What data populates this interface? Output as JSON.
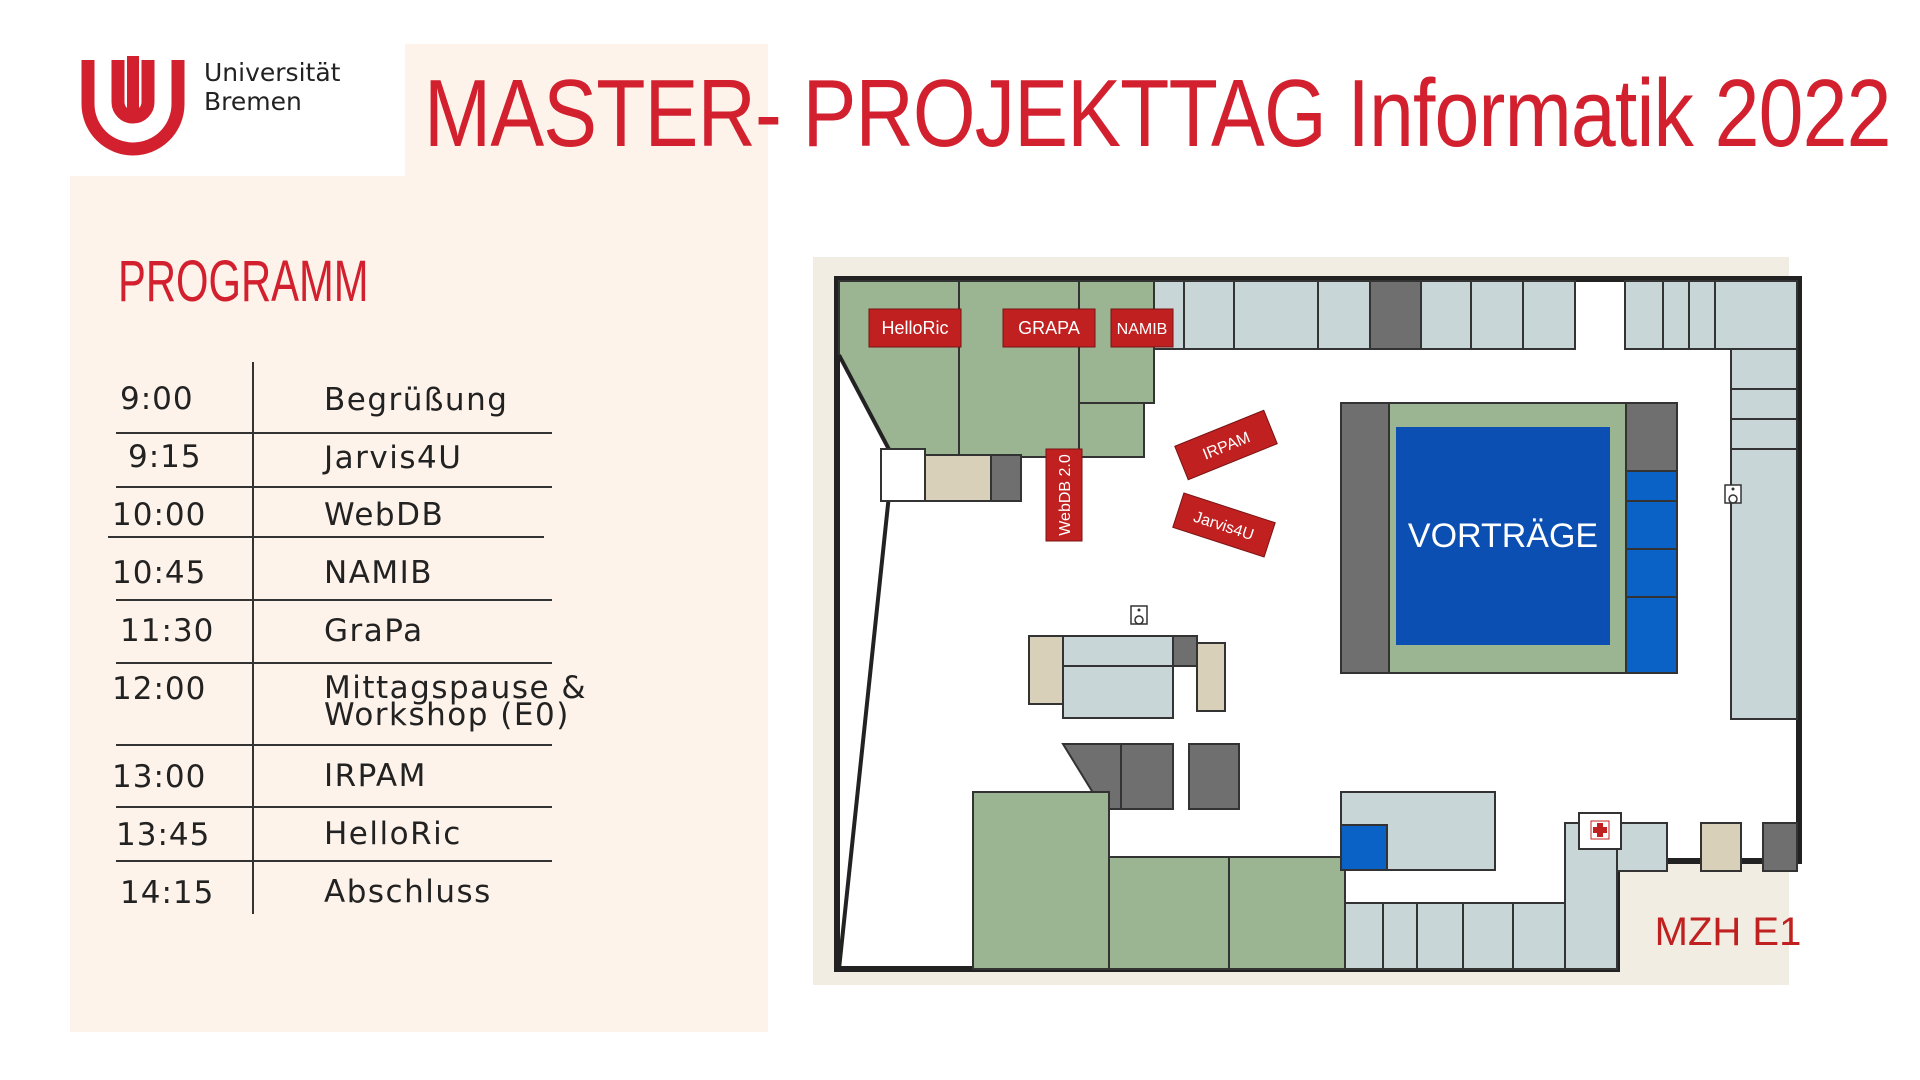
{
  "logo": {
    "line1": "Universität",
    "line2": "Bremen"
  },
  "title": "MASTER- PROJEKTTAG Informatik 2022",
  "program": {
    "heading": "PROGRAMM",
    "items": [
      {
        "time": "9:00",
        "title": "Begrüßung"
      },
      {
        "time": "9:15",
        "title": "Jarvis4U"
      },
      {
        "time": "10:00",
        "title": "WebDB"
      },
      {
        "time": "10:45",
        "title": "NAMIB"
      },
      {
        "time": "11:30",
        "title": "GraPa"
      },
      {
        "time": "12:00",
        "title": "Mittagspause &",
        "title2": "Workshop (E0)"
      },
      {
        "time": "13:00",
        "title": "IRPAM"
      },
      {
        "time": "13:45",
        "title": "HelloRic"
      },
      {
        "time": "14:15",
        "title": "Abschluss"
      }
    ]
  },
  "map": {
    "labels": {
      "helloric": "HelloRic",
      "grapa": "GRAPA",
      "namib": "NAMIB",
      "webdb": "WebDB 2.0",
      "irpam": "IRPAM",
      "jarvis": "Jarvis4U",
      "vortraege": "VORTRÄGE",
      "floor": "MZH E1"
    },
    "colors": {
      "green": "#9bb491",
      "light_gray": "#c8d6d8",
      "dark_gray": "#6f6f6f",
      "blue": "#0b4fb3",
      "mid_blue": "#0a62c7",
      "red": "#c0201f"
    }
  }
}
